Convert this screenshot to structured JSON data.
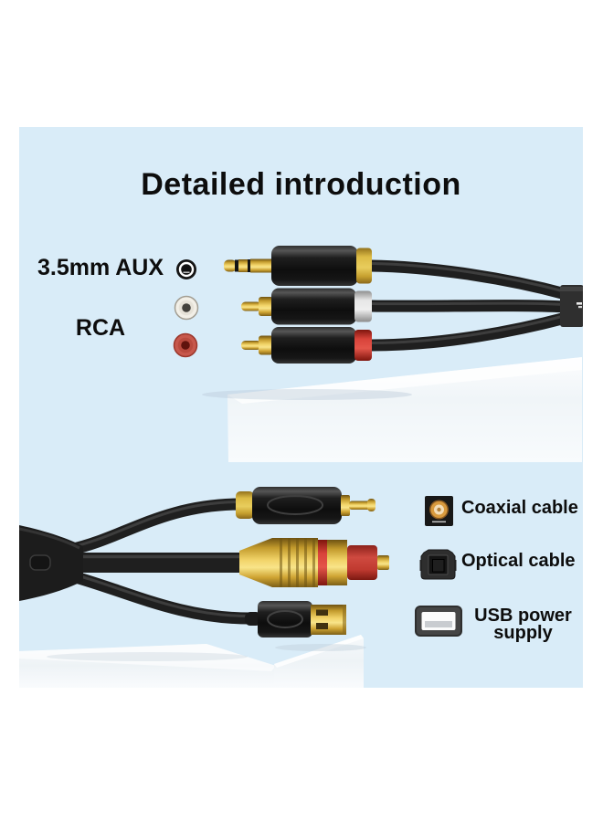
{
  "page": {
    "title": "Detailed introduction"
  },
  "upper_section": {
    "aux_label": "3.5mm AUX",
    "rca_label": "RCA",
    "ports": [
      {
        "name": "3.5mm AUX jack",
        "color": "#151515"
      },
      {
        "name": "RCA white jack",
        "color": "#f2efe7"
      },
      {
        "name": "RCA red jack",
        "color": "#c7584c"
      }
    ],
    "connectors": [
      "3.5mm AUX plug",
      "RCA white plug",
      "RCA red plug"
    ]
  },
  "lower_section": {
    "legend": [
      {
        "label": "Coaxial cable",
        "icon": "coaxial-port-icon"
      },
      {
        "label": "Optical cable",
        "icon": "optical-port-icon"
      },
      {
        "label": "USB power supply",
        "icon": "usb-port-icon"
      }
    ],
    "connectors": [
      "Coaxial RCA plug",
      "Optical Toslink plug",
      "USB-A plug"
    ]
  },
  "colors": {
    "panel_background": "#d9ecf8",
    "title_text": "#0d0d0d",
    "label_text": "#0d0d0d",
    "cable": "#1f1f1f",
    "gold": "#e0bd4d",
    "yellow_ring": "#dcbb45",
    "white_ring": "#e6e6e6",
    "red_ring": "#d8433a",
    "pedestal": "#f4f8fb"
  }
}
